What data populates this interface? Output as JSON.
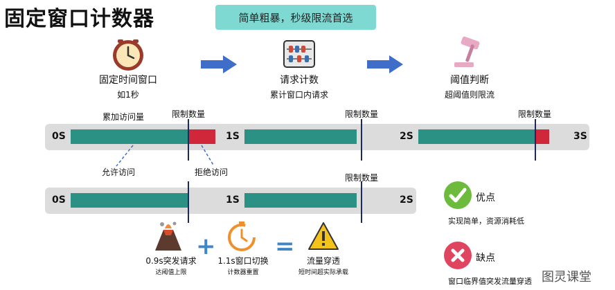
{
  "title": "固定窗口计数器",
  "badge": "简单粗暴，秒级限流首选",
  "steps": [
    {
      "icon": "clock-icon",
      "title": "固定时间窗口",
      "sub": "如1秒"
    },
    {
      "icon": "abacus-icon",
      "title": "请求计数",
      "sub": "累计窗口内请求"
    },
    {
      "icon": "gavel-icon",
      "title": "阈值判断",
      "sub": "超阈值则限流"
    }
  ],
  "timeline1": {
    "ticks": [
      "0S",
      "1S",
      "2S",
      "3S"
    ],
    "limit_label": "限制数量",
    "accumulate_label": "累加访问量",
    "allow_label": "允许访问",
    "reject_label": "拒绝访问"
  },
  "timeline2": {
    "ticks": [
      "0S",
      "1S",
      "2S"
    ],
    "limit_label": "限制数量"
  },
  "formula": {
    "burst_title": "0.9s突发请求",
    "burst_sub": "达阈值上限",
    "switch_title": "1.1s窗口切换",
    "switch_sub": "计数器重置",
    "result_title": "流量穿透",
    "result_sub": "短时间超实际承载",
    "plus": "+",
    "equals": "="
  },
  "pros": {
    "title": "优点",
    "text": "实现简单，资源消耗低"
  },
  "cons": {
    "title": "缺点",
    "text": "窗口临界值突发流量穿透"
  },
  "watermark": "图灵课堂",
  "colors": {
    "bar": "#2a9184",
    "reject": "#d0283a",
    "badge": "#7dd9d2",
    "arrow": "#3e6ec9",
    "limit_line": "#1b2a5c"
  }
}
